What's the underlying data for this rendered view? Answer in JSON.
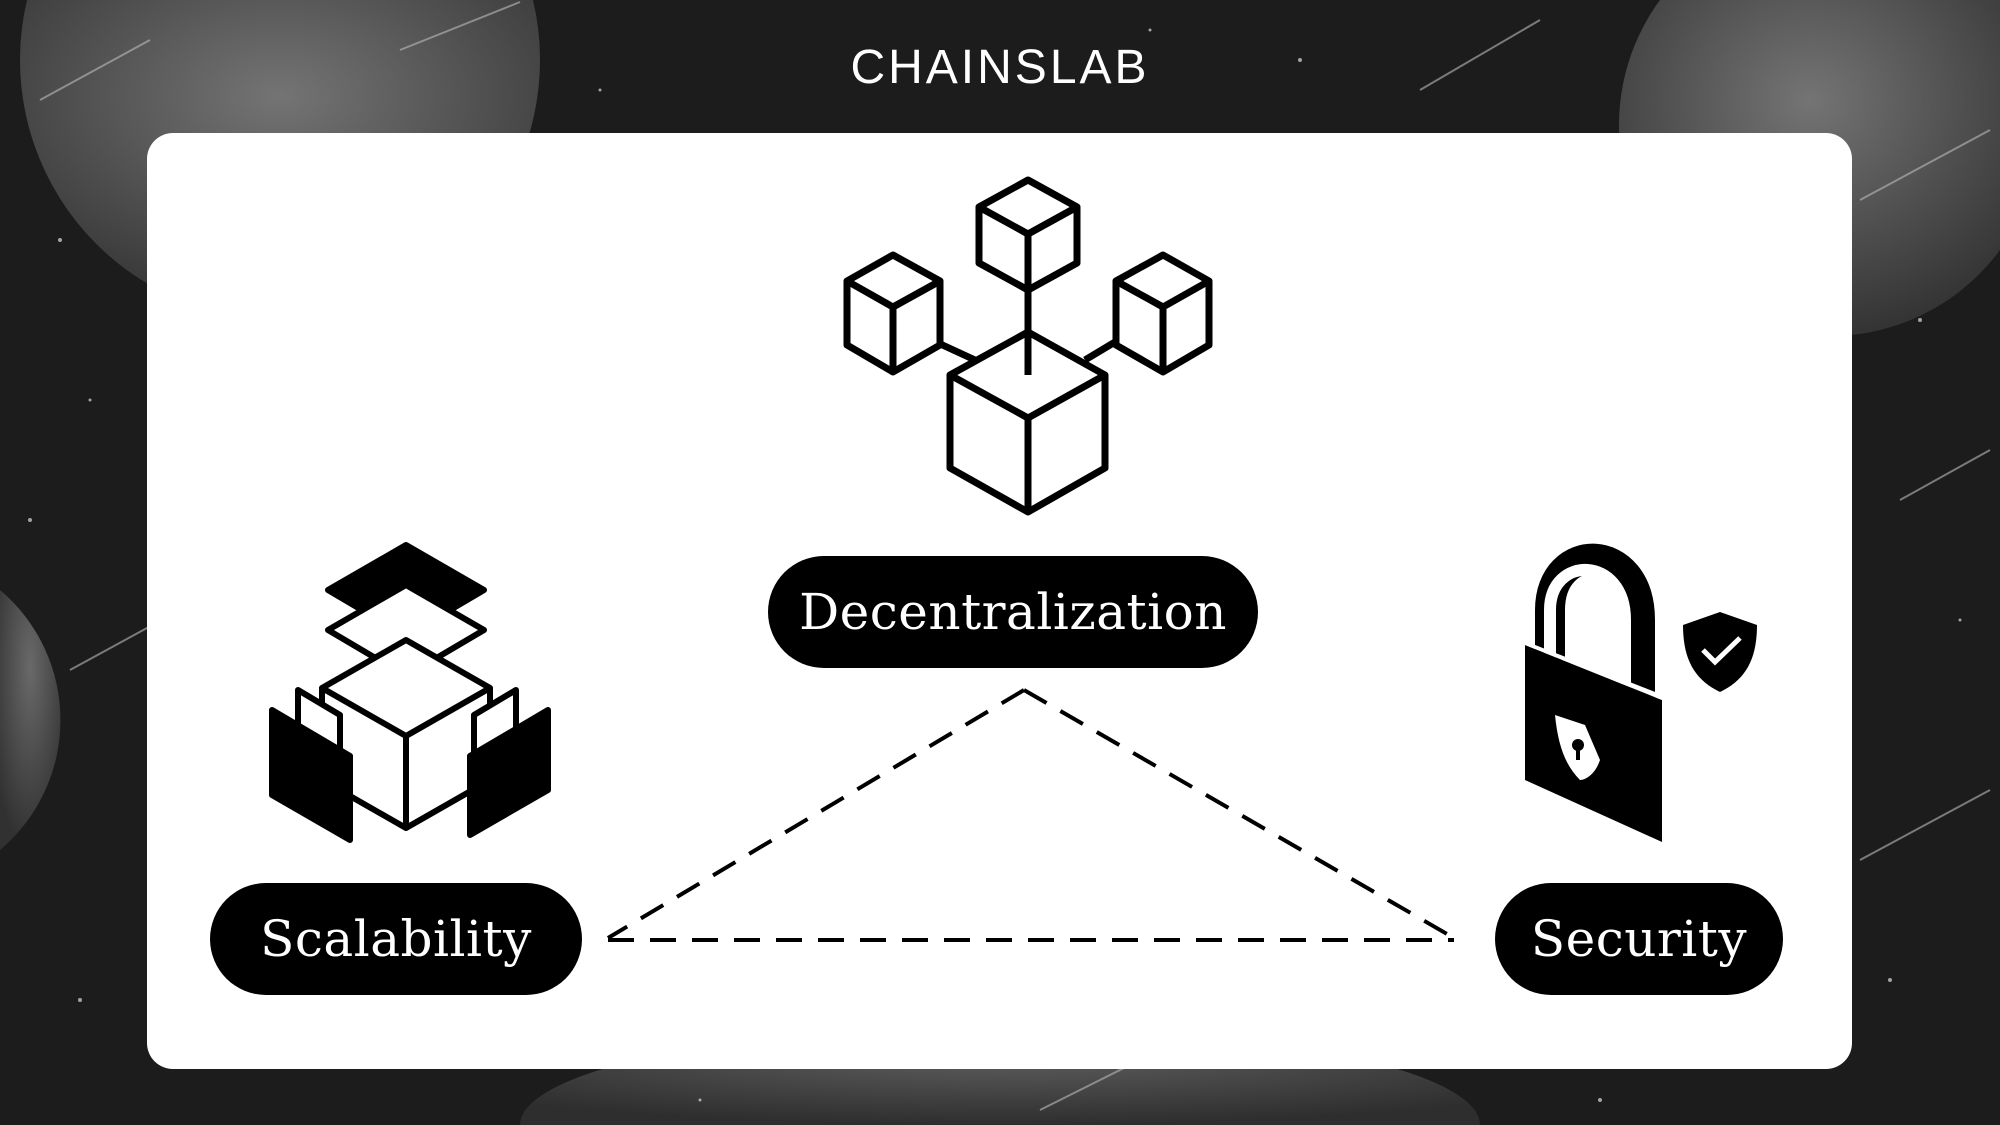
{
  "brand": {
    "logo": "CHAINSLAB"
  },
  "diagram": {
    "nodes": [
      {
        "label": "Decentralization",
        "icon": "blockchain-network-icon"
      },
      {
        "label": "Scalability",
        "icon": "stacked-blocks-icon"
      },
      {
        "label": "Security",
        "icon": "padlock-shield-icon"
      }
    ],
    "connector_style": "dashed-triangle"
  },
  "colors": {
    "background": "#1c1c1c",
    "card": "#ffffff",
    "pill": "#000000",
    "text_on_pill": "#ffffff"
  }
}
